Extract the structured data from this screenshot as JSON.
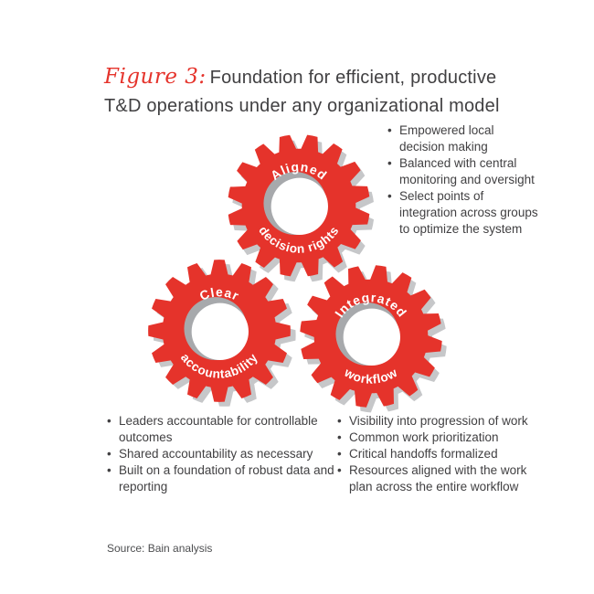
{
  "figure": {
    "label": "Figure 3:",
    "title": "Foundation for efficient, productive T&D operations under any organizational model"
  },
  "gears": [
    {
      "top_label": "Aligned",
      "bottom_label": "decision rights"
    },
    {
      "top_label": "Clear",
      "bottom_label": "accountability"
    },
    {
      "top_label": "Integrated",
      "bottom_label": "workflow"
    }
  ],
  "bullet_groups": {
    "top_right": [
      "Empowered local decision making",
      "Balanced with central monitoring and oversight",
      "Select points of integration across groups to optimize the system"
    ],
    "bottom_left": [
      "Leaders accountable for controllable outcomes",
      "Shared accountability as necessary",
      "Built on a foundation of robust data and reporting"
    ],
    "bottom_right": [
      "Visibility into progression of work",
      "Common work prioritization",
      "Critical handoffs formalized",
      "Resources aligned with the work plan across the entire workflow"
    ]
  },
  "source": "Source: Bain analysis",
  "colors": {
    "gear_red": "#e5332b",
    "shadow_gray": "#c6c7c9",
    "crescent_gray": "#a7a9ac",
    "text_dark": "#414042",
    "accent_red": "#e5332b"
  }
}
